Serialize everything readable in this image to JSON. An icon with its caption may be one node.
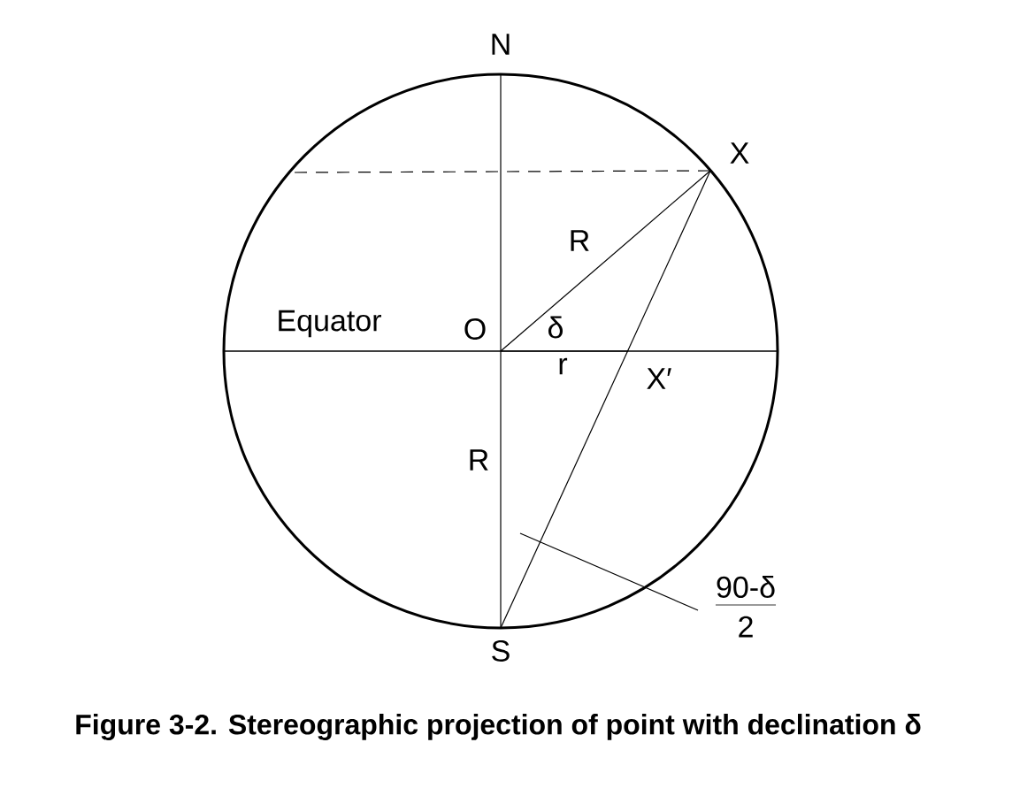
{
  "diagram": {
    "caption": "Figure 3-2. Stereographic projection of point with declination δ",
    "nodes": [
      {
        "text": [
          "N"
        ]
      },
      {
        "text": [
          "X"
        ]
      },
      {
        "text": [
          "O"
        ]
      },
      {
        "text": [
          "X′"
        ]
      },
      {
        "text": [
          "S"
        ]
      },
      {
        "text": [
          "90-δ",
          "2"
        ]
      }
    ],
    "edges": [
      {
        "from": 2,
        "to": 0,
        "arrow": "none"
      },
      {
        "from": 2,
        "to": 4,
        "arrow": "none",
        "label": "R"
      },
      {
        "from": 2,
        "to": 1,
        "arrow": "none",
        "label": "R"
      },
      {
        "from": 1,
        "to": 4,
        "arrow": "none"
      },
      {
        "from": 2,
        "to": 3,
        "arrow": "none",
        "label": "r"
      },
      {
        "from": 1,
        "to": null,
        "arrow": "none",
        "style": "dashed"
      },
      {
        "from": 5,
        "to": null,
        "arrow": "none"
      }
    ],
    "labels": [
      "Equator",
      "δ"
    ]
  }
}
